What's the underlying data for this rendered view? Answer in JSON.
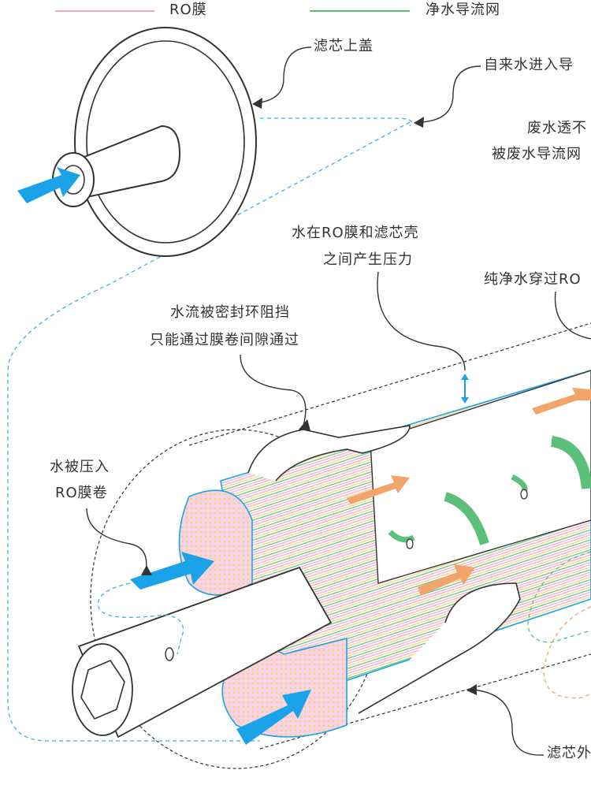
{
  "legend": {
    "ro_membrane": {
      "label": "RO膜",
      "color": "#f4a6c6"
    },
    "clean_water_mesh": {
      "label": "净水导流网",
      "color": "#5cc07a"
    }
  },
  "labels": {
    "cap": "滤芯上盖",
    "tap_water_in": "自来水进入导",
    "waste_line1": "废水透不",
    "waste_line2": "被废水导流网",
    "pressure_line1": "水在RO膜和滤芯壳",
    "pressure_line2": "之间产生压力",
    "pure_water": "纯净水穿过RO",
    "seal_line1": "水流被密封环阻挡",
    "seal_line2": "只能通过膜卷间隙通过",
    "pressed_line1": "水被压入",
    "pressed_line2": "RO膜卷",
    "shell": "滤芯外"
  },
  "colors": {
    "inlet_arrow": "#1aa3e8",
    "outline": "#333333",
    "shell_edge": "#1aa3e8",
    "waste_flow": "#f3a46a",
    "pure_flow": "#5cc07a",
    "path_dash": "#3bb1e6"
  }
}
